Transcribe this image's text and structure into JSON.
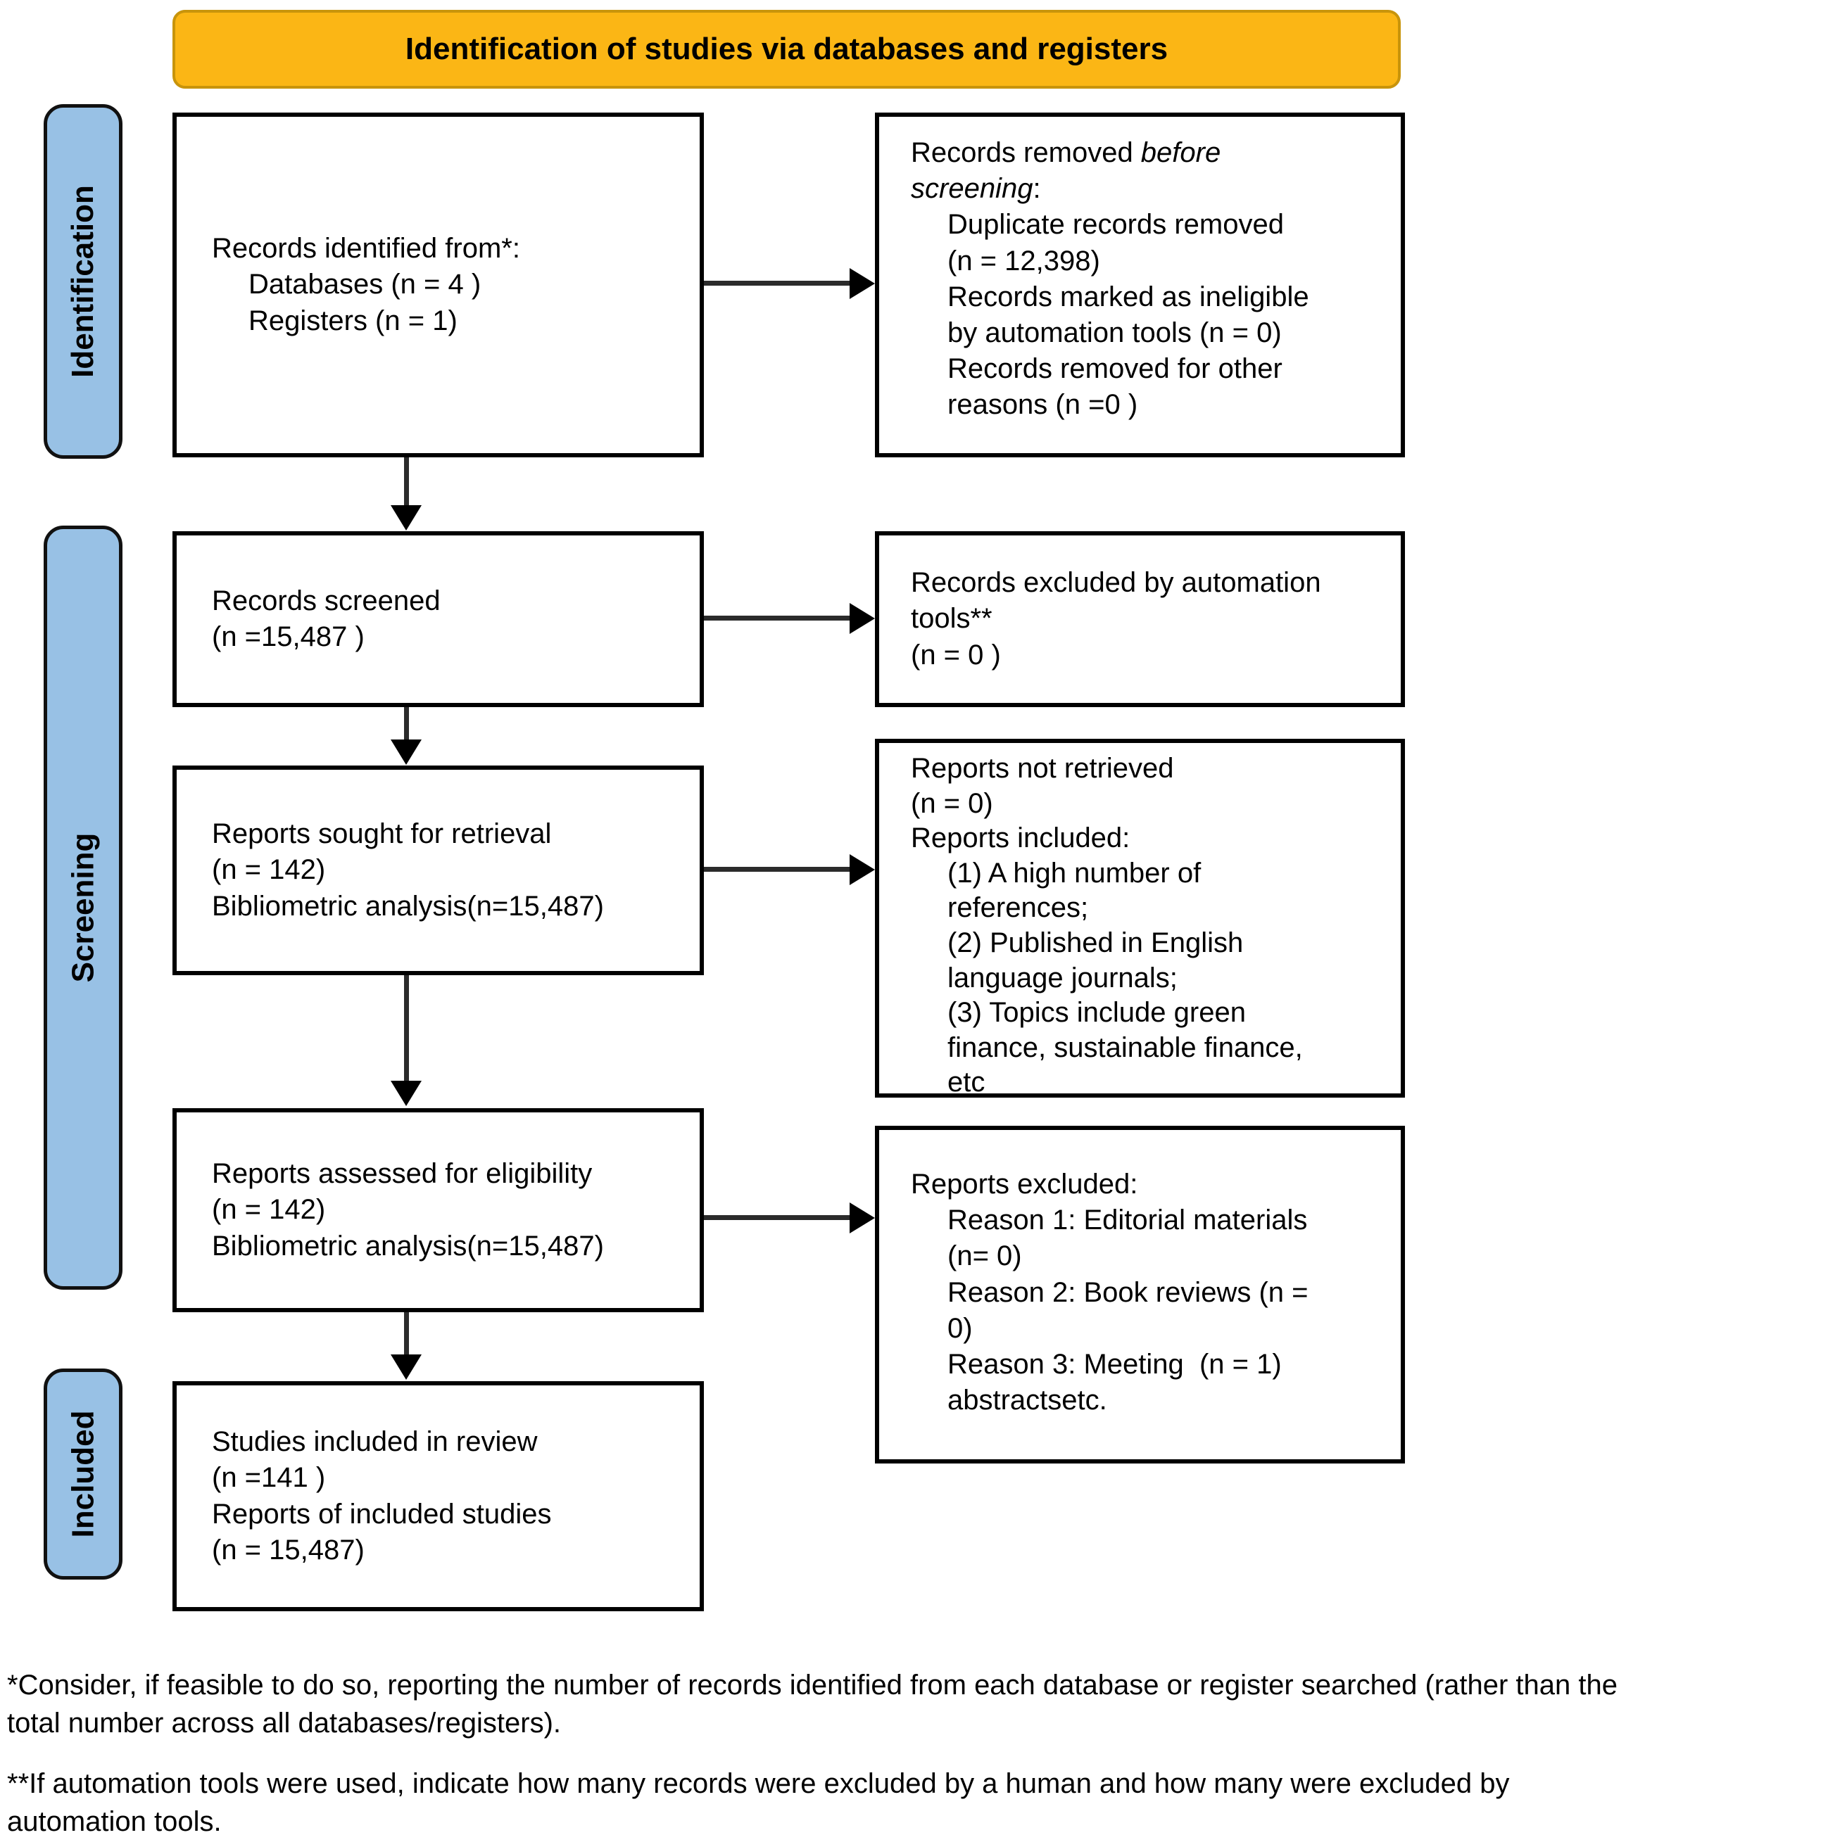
{
  "banner": {
    "label": "Identification of studies via databases and registers"
  },
  "sidebar": {
    "items": [
      {
        "label": "Identification"
      },
      {
        "label": "Screening"
      },
      {
        "label": "Included"
      }
    ]
  },
  "colors": {
    "banner_fill": "#FBB615",
    "banner_border": "#C8940B",
    "sidebar_fill": "#98C1E5",
    "box_border": "#000000"
  },
  "boxes": {
    "records_identified": {
      "lines": [
        {
          "text": "Records identified from*:",
          "indent": 0
        },
        {
          "text": "Databases (n = 4 )",
          "indent": 1
        },
        {
          "text": "Registers (n = 1)",
          "indent": 1
        }
      ]
    },
    "records_removed": {
      "lines": [
        {
          "segments": [
            {
              "text": "Records removed "
            },
            {
              "text": "before",
              "italic": true
            }
          ],
          "indent": 0
        },
        {
          "segments": [
            {
              "text": "screening",
              "italic": true
            },
            {
              "text": ":"
            }
          ],
          "indent": 0
        },
        {
          "text": "Duplicate records removed",
          "indent": 1
        },
        {
          "text": "(n = 12,398)",
          "indent": 1
        },
        {
          "text": "Records marked as ineligible",
          "indent": 1
        },
        {
          "text": "by automation tools (n = 0)",
          "indent": 1
        },
        {
          "text": "Records removed for other",
          "indent": 1
        },
        {
          "text": "reasons (n =0 )",
          "indent": 1
        }
      ]
    },
    "records_screened": {
      "lines": [
        {
          "text": "Records screened",
          "indent": 0
        },
        {
          "text": "(n =15,487 )",
          "indent": 0
        }
      ]
    },
    "records_excluded": {
      "lines": [
        {
          "text": "Records excluded by automation",
          "indent": 0
        },
        {
          "text": "tools**",
          "indent": 0
        },
        {
          "text": "(n = 0 )",
          "indent": 0
        }
      ]
    },
    "reports_sought": {
      "lines": [
        {
          "text": "Reports sought for retrieval",
          "indent": 0
        },
        {
          "text": "(n = 142)",
          "indent": 0
        },
        {
          "text": "Bibliometric analysis(n=15,487)",
          "indent": 0
        }
      ]
    },
    "reports_not_retrieved": {
      "lines": [
        {
          "text": "Reports not retrieved",
          "indent": 0
        },
        {
          "text": "(n = 0)",
          "indent": 0
        },
        {
          "text": "Reports included:",
          "indent": 0
        },
        {
          "text": "(1) A high number of",
          "indent": 1
        },
        {
          "text": "references;",
          "indent": 1
        },
        {
          "text": "(2) Published in English",
          "indent": 1
        },
        {
          "text": "language journals;",
          "indent": 1
        },
        {
          "text": "(3) Topics include green",
          "indent": 1
        },
        {
          "text": "finance, sustainable finance,",
          "indent": 1
        },
        {
          "text": "etc",
          "indent": 1
        }
      ]
    },
    "reports_assessed": {
      "lines": [
        {
          "text": "Reports assessed for eligibility",
          "indent": 0
        },
        {
          "text": "(n = 142)",
          "indent": 0
        },
        {
          "text": "Bibliometric analysis(n=15,487)",
          "indent": 0
        }
      ]
    },
    "reports_excluded": {
      "lines": [
        {
          "text": "Reports excluded:",
          "indent": 0
        },
        {
          "text": "Reason 1: Editorial materials",
          "indent": 1
        },
        {
          "text": "(n= 0)",
          "indent": 1
        },
        {
          "text": "Reason 2: Book reviews (n =",
          "indent": 1
        },
        {
          "text": "0)",
          "indent": 1
        },
        {
          "text": "Reason 3: Meeting  (n = 1)",
          "indent": 1
        },
        {
          "text": "abstractsetc.",
          "indent": 1
        }
      ]
    },
    "studies_included": {
      "lines": [
        {
          "text": "Studies included in review",
          "indent": 0
        },
        {
          "text": "(n =141 )",
          "indent": 0
        },
        {
          "text": "Reports of included studies",
          "indent": 0
        },
        {
          "text": "(n = 15,487)",
          "indent": 0
        }
      ]
    }
  },
  "footnotes": {
    "note1": {
      "lines": [
        {
          "text": "*Consider, if feasible to do so, reporting the number of records identified from each database or register searched (rather than the",
          "indent": 0
        },
        {
          "text": "total number across all databases/registers).",
          "indent": 0
        }
      ]
    },
    "note2": {
      "lines": [
        {
          "text": "**If automation tools were used, indicate how many records were excluded by a human and how many were excluded by",
          "indent": 0
        },
        {
          "text": "automation tools.",
          "indent": 0
        }
      ]
    }
  }
}
